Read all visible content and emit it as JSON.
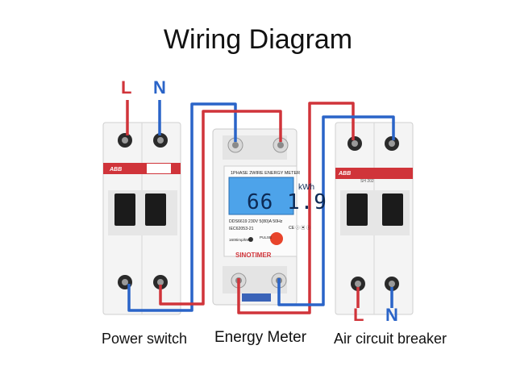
{
  "title": "Wiring Diagram",
  "captions": {
    "power_switch": "Power switch",
    "energy_meter": "Energy Meter",
    "air_circuit_breaker": "Air circuit breaker"
  },
  "wire_labels": {
    "power_switch_l": "L",
    "power_switch_n": "N",
    "breaker_l": "L",
    "breaker_n": "N"
  },
  "meter": {
    "header": "1PHASE 2WIRE ENERGY METER",
    "unit": "kWh",
    "reading": "66 1.9",
    "spec": "DDS6619   230V   5(80)A   50Hz",
    "standard": "IEC62053-21",
    "marks": "CE  ⓘ  ▣  ⓘ",
    "impulse": "1600imp/kWh",
    "pulse_label": "PULSE",
    "brand": "SINOTIMER"
  },
  "breakers": {
    "power_switch_brand": "ABB",
    "breaker_brand": "ABB",
    "breaker_model": "SH 202"
  },
  "colors": {
    "live_wire": "#d0343a",
    "neutral_wire": "#2a64c8",
    "lcd": "#4da3ea",
    "brand_stripe": "#d0343a"
  }
}
